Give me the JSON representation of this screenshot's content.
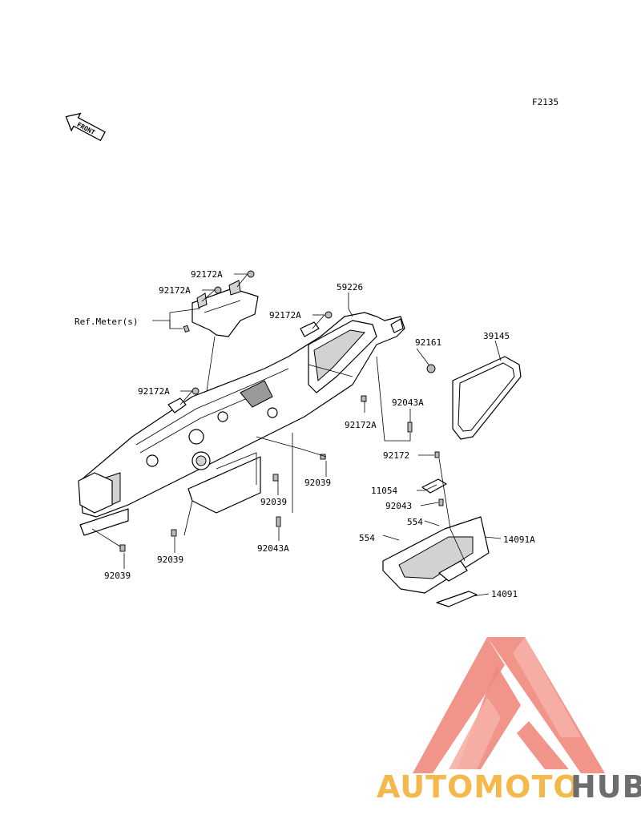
{
  "figure_code": "F2135",
  "front_arrow": {
    "text": "FRONT"
  },
  "reference_note": "Ref.Meter(s)",
  "part_labels": [
    {
      "id": "p1",
      "text": "92172A"
    },
    {
      "id": "p2",
      "text": "92172A"
    },
    {
      "id": "p3",
      "text": "92172A"
    },
    {
      "id": "p4",
      "text": "92172A"
    },
    {
      "id": "p5",
      "text": "92172A"
    },
    {
      "id": "p6",
      "text": "59226"
    },
    {
      "id": "p7",
      "text": "92161"
    },
    {
      "id": "p8",
      "text": "39145"
    },
    {
      "id": "p9",
      "text": "92043A"
    },
    {
      "id": "p10",
      "text": "92172"
    },
    {
      "id": "p11",
      "text": "11054"
    },
    {
      "id": "p12",
      "text": "92043"
    },
    {
      "id": "p13",
      "text": "554"
    },
    {
      "id": "p14",
      "text": "554"
    },
    {
      "id": "p15",
      "text": "14091A"
    },
    {
      "id": "p16",
      "text": "14091"
    },
    {
      "id": "p17",
      "text": "92039"
    },
    {
      "id": "p18",
      "text": "92039"
    },
    {
      "id": "p19",
      "text": "92039"
    },
    {
      "id": "p20",
      "text": "92039"
    },
    {
      "id": "p21",
      "text": "92043A"
    }
  ],
  "watermark": {
    "brand_part1": "AUTOMOTO",
    "brand_part2": "HUB",
    "color_primary": "#f08a7e",
    "color_secondary": "#6d6d6d",
    "color_text": "#f5b84c"
  }
}
